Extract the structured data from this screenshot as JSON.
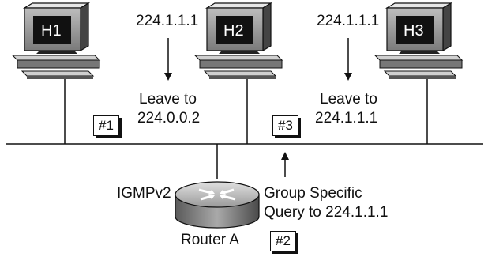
{
  "hosts": [
    {
      "name": "H1"
    },
    {
      "name": "H2"
    },
    {
      "name": "H3"
    }
  ],
  "messages": {
    "h2_group": "224.1.1.1",
    "h2_leave_line1": "Leave to",
    "h2_leave_line2": "224.0.0.2",
    "h3_group": "224.1.1.1",
    "h3_leave_line1": "Leave to",
    "h3_leave_line2": "224.1.1.1",
    "query_line1": "Group Specific",
    "query_line2": "Query to 224.1.1.1"
  },
  "router": {
    "protocol": "IGMPv2",
    "name": "Router A"
  },
  "steps": [
    "#1",
    "#2",
    "#3"
  ]
}
